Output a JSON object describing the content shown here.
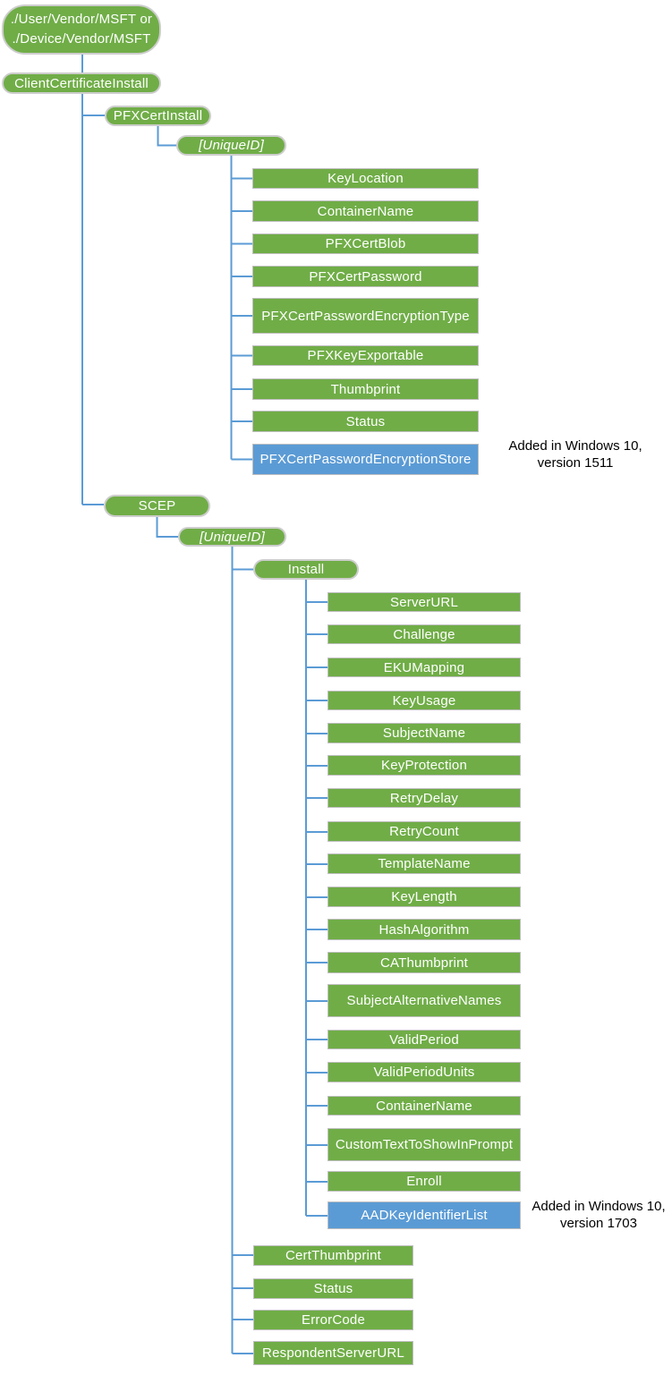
{
  "colors": {
    "node_green": "#70AD47",
    "node_blue": "#5B9BD5",
    "connector": "#5B9BD5",
    "node_text": "#FFFFFF",
    "annotation_text": "#000000",
    "background": "#FFFFFF"
  },
  "root": {
    "line1": "./User/Vendor/MSFT or",
    "line2": "./Device/Vendor/MSFT"
  },
  "nodes": {
    "client_certificate_install": "ClientCertificateInstall",
    "pfx_cert_install": "PFXCertInstall",
    "pfx_unique_id": "[UniqueID]",
    "scep": "SCEP",
    "scep_unique_id": "[UniqueID]",
    "install": "Install"
  },
  "pfx_children": [
    "KeyLocation",
    "ContainerName",
    "PFXCertBlob",
    "PFXCertPassword",
    "PFXCertPasswordEncryptionType",
    "PFXKeyExportable",
    "Thumbprint",
    "Status",
    "PFXCertPasswordEncryptionStore"
  ],
  "install_children": [
    "ServerURL",
    "Challenge",
    "EKUMapping",
    "KeyUsage",
    "SubjectName",
    "KeyProtection",
    "RetryDelay",
    "RetryCount",
    "TemplateName",
    "KeyLength",
    "HashAlgorithm",
    "CAThumbprint",
    "SubjectAlternativeNames",
    "ValidPeriod",
    "ValidPeriodUnits",
    "ContainerName",
    "CustomTextToShowInPrompt",
    "Enroll",
    "AADKeyIdentifierList"
  ],
  "scep_children": [
    "CertThumbprint",
    "Status",
    "ErrorCode",
    "RespondentServerURL"
  ],
  "annotations": {
    "win10_1511": {
      "line1": "Added in Windows 10,",
      "line2": "version 1511"
    },
    "win10_1703": {
      "line1": "Added in Windows 10,",
      "line2": "version 1703"
    }
  }
}
